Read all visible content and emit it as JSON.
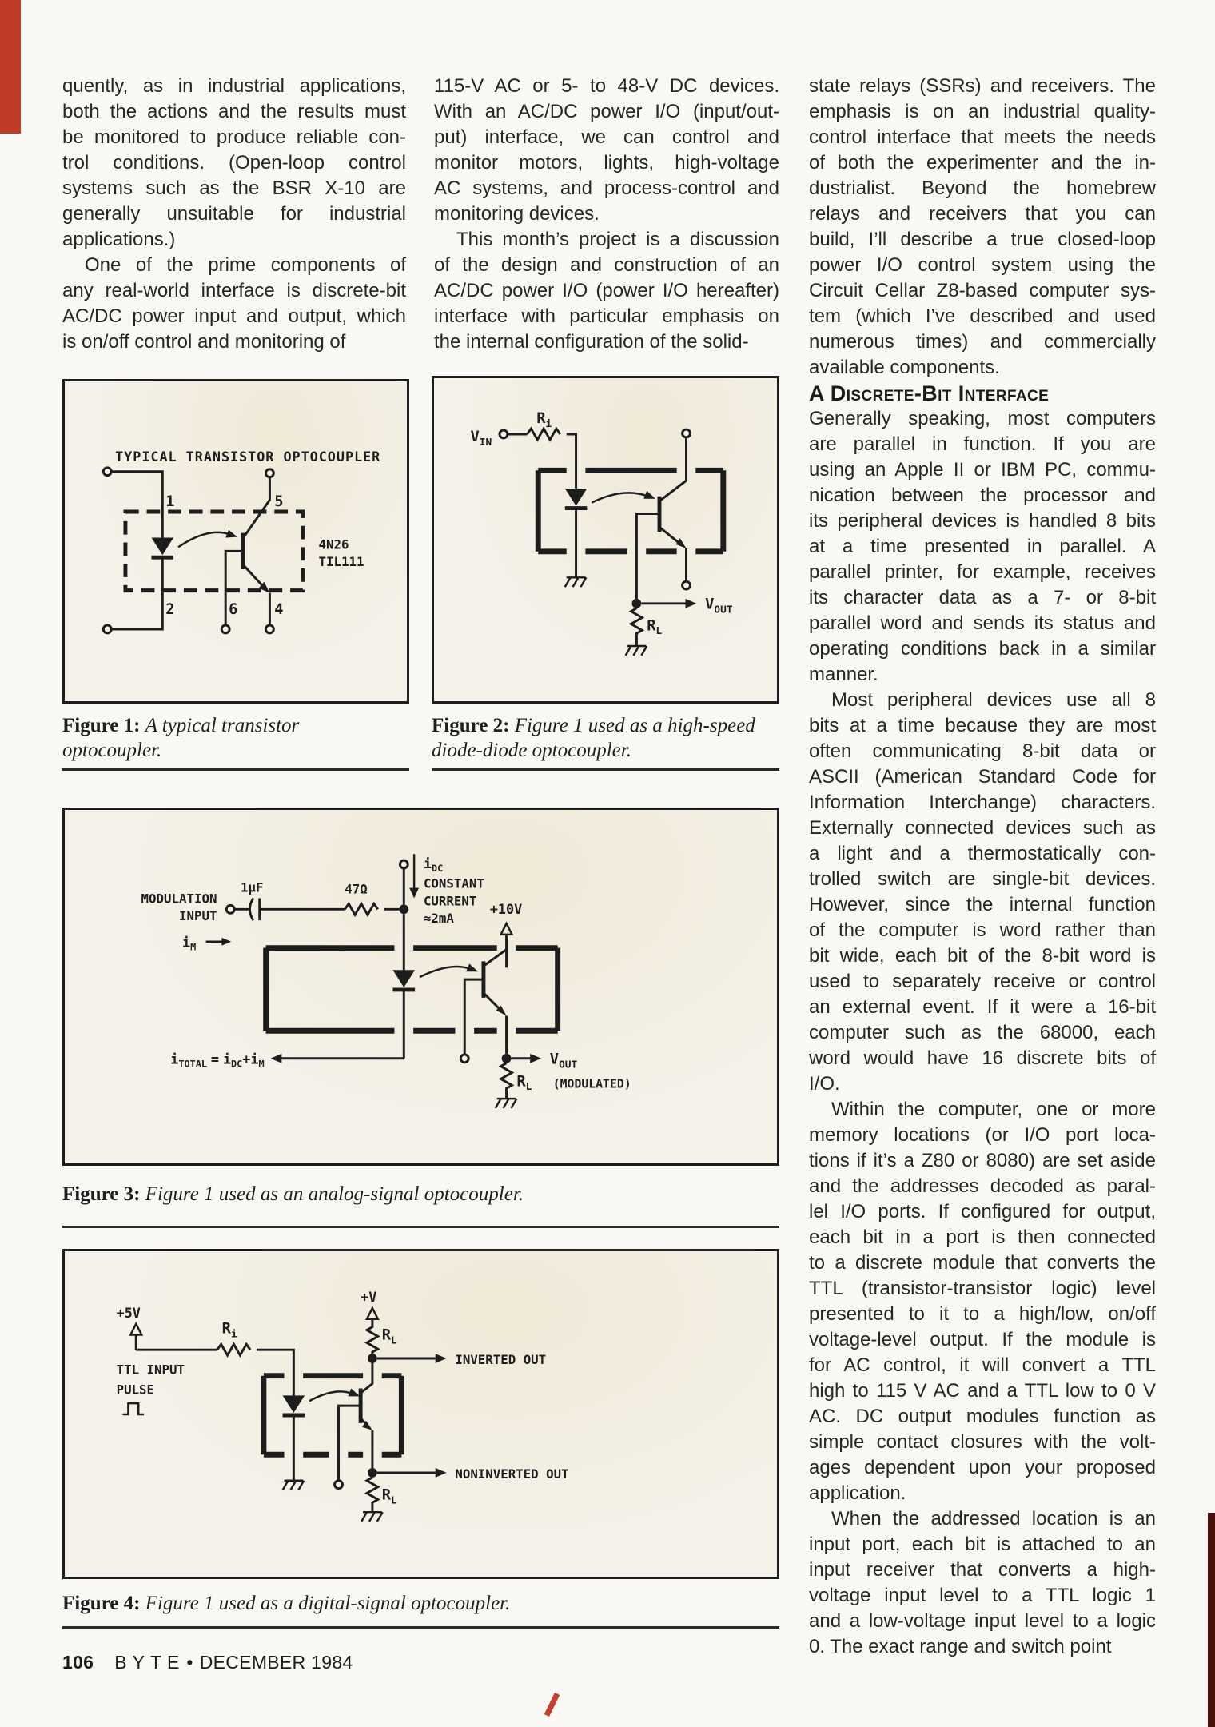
{
  "article": {
    "col1": [
      {
        "t": "quently, as in industrial applications,"
      },
      {
        "t": "both the actions and the results must"
      },
      {
        "t": "be monitored to produce reliable con-"
      },
      {
        "t": "trol conditions. (Open-loop control"
      },
      {
        "t": "systems such as the BSR X-10 are"
      },
      {
        "t": "generally unsuitable for industrial"
      },
      {
        "t": "applications.)",
        "e": 1
      },
      {
        "t": "One of the prime components of",
        "i": 1
      },
      {
        "t": "any real-world interface is discrete-bit"
      },
      {
        "t": "AC/DC power input and output, which"
      },
      {
        "t": "is on/off control and monitoring of",
        "e": 1
      }
    ],
    "col2": [
      {
        "t": "115-V AC or 5- to 48-V DC devices."
      },
      {
        "t": "With an AC/DC power I/O (input/out-"
      },
      {
        "t": "put) interface, we can control and"
      },
      {
        "t": "monitor motors, lights, high-voltage"
      },
      {
        "t": "AC systems, and process-control and"
      },
      {
        "t": "monitoring devices.",
        "e": 1
      },
      {
        "t": "This month’s project is a discussion",
        "i": 1
      },
      {
        "t": "of the design and construction of an"
      },
      {
        "t": "AC/DC power I/O (power I/O hereafter)"
      },
      {
        "t": "interface with particular emphasis on"
      },
      {
        "t": "the internal configuration of the solid-",
        "e": 1
      }
    ],
    "col3a": [
      {
        "t": "state relays (SSRs) and receivers. The"
      },
      {
        "t": "emphasis is on an industrial quality-"
      },
      {
        "t": "control interface that meets the needs"
      },
      {
        "t": "of both the experimenter and the in-"
      },
      {
        "t": "dustrialist. Beyond the homebrew"
      },
      {
        "t": "relays and receivers that you can"
      },
      {
        "t": "build, I’ll describe a true closed-loop"
      },
      {
        "t": "power I/O control system using the"
      },
      {
        "t": "Circuit Cellar Z8-based computer sys-"
      },
      {
        "t": "tem (which I’ve described and used"
      },
      {
        "t": "numerous times) and commercially"
      },
      {
        "t": "available components.",
        "e": 1
      }
    ],
    "heading": "A Discrete-Bit Interface",
    "col3b": [
      {
        "t": "Generally speaking, most computers"
      },
      {
        "t": "are parallel in function. If you are"
      },
      {
        "t": "using an Apple II or IBM PC, commu-"
      },
      {
        "t": "nication between the processor and"
      },
      {
        "t": "its peripheral devices is handled 8 bits"
      },
      {
        "t": "at a time presented in parallel. A"
      },
      {
        "t": "parallel printer, for example, receives"
      },
      {
        "t": "its character data as a 7- or 8-bit"
      },
      {
        "t": "parallel word and sends its status and"
      },
      {
        "t": "operating conditions back in a similar"
      },
      {
        "t": "manner.",
        "e": 1
      },
      {
        "t": "Most peripheral devices use all 8",
        "i": 1
      },
      {
        "t": "bits at a time because they are most"
      },
      {
        "t": "often communicating 8-bit data or"
      },
      {
        "t": "ASCII (American Standard Code for"
      },
      {
        "t": "Information Interchange) characters."
      },
      {
        "t": "Externally connected devices such as"
      },
      {
        "t": "a light and a thermostatically con-"
      },
      {
        "t": "trolled switch are single-bit devices."
      },
      {
        "t": "However, since the internal function"
      },
      {
        "t": "of the computer is word rather than"
      },
      {
        "t": "bit wide, each bit of the 8-bit word is"
      },
      {
        "t": "used to separately receive or control"
      },
      {
        "t": "an external event. If it were a 16-bit"
      },
      {
        "t": "computer such as the 68000, each"
      },
      {
        "t": "word would have 16 discrete bits of"
      },
      {
        "t": "I/O.",
        "e": 1
      },
      {
        "t": "Within the computer, one or more",
        "i": 1
      },
      {
        "t": "memory locations (or I/O port loca-"
      },
      {
        "t": "tions if it’s a Z80 or 8080) are set aside"
      },
      {
        "t": "and the addresses decoded as paral-"
      },
      {
        "t": "lel I/O ports. If configured for output,"
      },
      {
        "t": "each bit in a port is then connected"
      },
      {
        "t": "to a discrete module that converts the"
      },
      {
        "t": "TTL (transistor-transistor logic) level"
      },
      {
        "t": "presented to it to a high/low, on/off"
      },
      {
        "t": "voltage-level output. If the module is"
      },
      {
        "t": "for AC control, it will convert a TTL"
      },
      {
        "t": "high to 115 V AC and a TTL low to 0 V"
      },
      {
        "t": "AC. DC output modules function as"
      },
      {
        "t": "simple contact closures with the volt-"
      },
      {
        "t": "ages dependent upon your proposed"
      },
      {
        "t": "application.",
        "e": 1
      },
      {
        "t": "When the addressed location is an",
        "i": 1
      },
      {
        "t": "input port, each bit is attached to an"
      },
      {
        "t": "input receiver that converts a high-"
      },
      {
        "t": "voltage input level to a TTL logic 1"
      },
      {
        "t": "and a low-voltage input level to a logic"
      },
      {
        "t": "0. The exact range and switch point",
        "e": 1
      }
    ]
  },
  "figures": {
    "fig1": {
      "title": "TYPICAL TRANSISTOR OPTOCOUPLER",
      "pins": {
        "p1": "1",
        "p2": "2",
        "p4": "4",
        "p5": "5",
        "p6": "6"
      },
      "part1": "4N26",
      "part2": "TIL111",
      "caption": {
        "label": "Figure 1:",
        "text": "A typical transistor optocoupler."
      }
    },
    "fig2": {
      "labels": {
        "ri": "R",
        "ri_sub": "i",
        "vin": "V",
        "vin_sub": "IN",
        "vout": "V",
        "vout_sub": "OUT",
        "rl": "R",
        "rl_sub": "L"
      },
      "caption": {
        "label": "Figure 2:",
        "text": "Figure 1 used as a high-speed diode-diode optocoupler."
      }
    },
    "fig3": {
      "labels": {
        "mod1": "MODULATION",
        "mod2": "INPUT",
        "cap": "1µF",
        "res": "47Ω",
        "im": "i",
        "im_sub": "M",
        "idc": "i",
        "idc_sub": "DC",
        "cc1": "CONSTANT",
        "cc2": "CURRENT",
        "cc3": "≈2mA",
        "supply": "+10V",
        "it": "i",
        "it_sub": "TOTAL",
        "eq": "=",
        "it2": "i",
        "it2_sub": "DC",
        "plus": "+",
        "it3": "i",
        "it3_sub": "M",
        "vout": "V",
        "vout_sub": "OUT",
        "modulated": "(MODULATED)",
        "rl": "R",
        "rl_sub": "L"
      },
      "caption": {
        "label": "Figure 3:",
        "text": "Figure 1 used as an analog-signal optocoupler."
      }
    },
    "fig4": {
      "labels": {
        "supply_in": "+5V",
        "ttl1": "TTL INPUT",
        "ttl2": "PULSE",
        "ri": "R",
        "ri_sub": "i",
        "supply_out": "+V",
        "rl1": "R",
        "rl1_sub": "L",
        "inverted": "INVERTED OUT",
        "rl2": "R",
        "rl2_sub": "L",
        "noninverted": "NONINVERTED OUT"
      },
      "caption": {
        "label": "Figure 4:",
        "text": "Figure 1 used as a digital-signal optocoupler."
      }
    }
  },
  "footer": {
    "page_number": "106",
    "magazine": "BYTE",
    "bullet": "•",
    "date": "DECEMBER 1984"
  }
}
